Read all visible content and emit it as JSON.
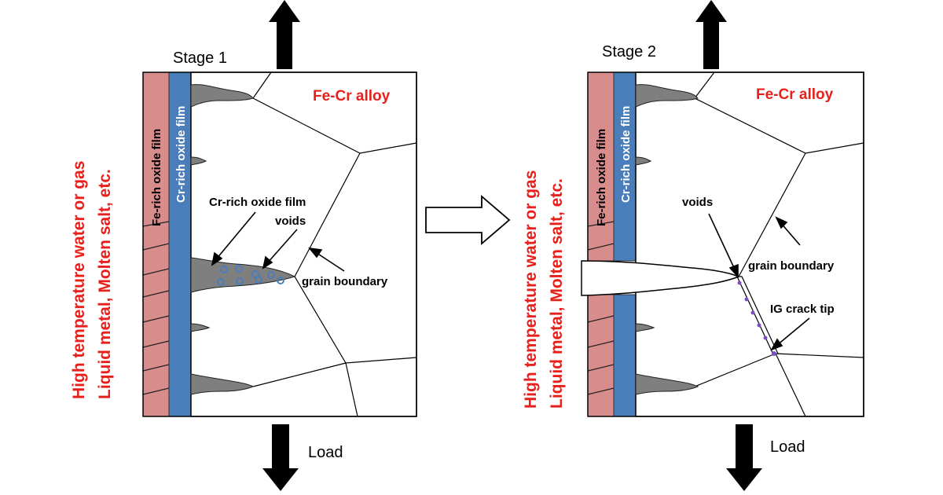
{
  "stage1": {
    "title": "Stage 1",
    "alloy": "Fe-Cr alloy",
    "fe_film": "Fe-rich oxide film",
    "cr_film": "Cr-rich oxide film",
    "callout_cr_film": "Cr-rich oxide film",
    "callout_voids": "voids",
    "callout_grain_boundary": "grain boundary",
    "load": "Load",
    "environment_line1": "High temperature water or gas",
    "environment_line2": "Liquid metal, Molten salt, etc."
  },
  "stage2": {
    "title": "Stage 2",
    "alloy": "Fe-Cr alloy",
    "fe_film": "Fe-rich oxide film",
    "cr_film": "Cr-rich oxide film",
    "callout_voids": "voids",
    "callout_grain_boundary": "grain boundary",
    "callout_crack_tip": "IG crack tip",
    "load": "Load",
    "environment_line1": "High temperature water or gas",
    "environment_line2": "Liquid metal, Molten salt, etc."
  },
  "colors": {
    "fe_film": "#d98c8c",
    "cr_film": "#4a7ebb",
    "oxide_intrusion": "#7f7f7f",
    "void": "#4a7ebb",
    "void_stage2": "#7a4fbf",
    "environment_text": "#e8201c",
    "alloy_text": "#e8201c"
  },
  "icons": {
    "load_arrow": "thick-black-arrow",
    "transition_arrow": "hollow-right-arrow"
  }
}
